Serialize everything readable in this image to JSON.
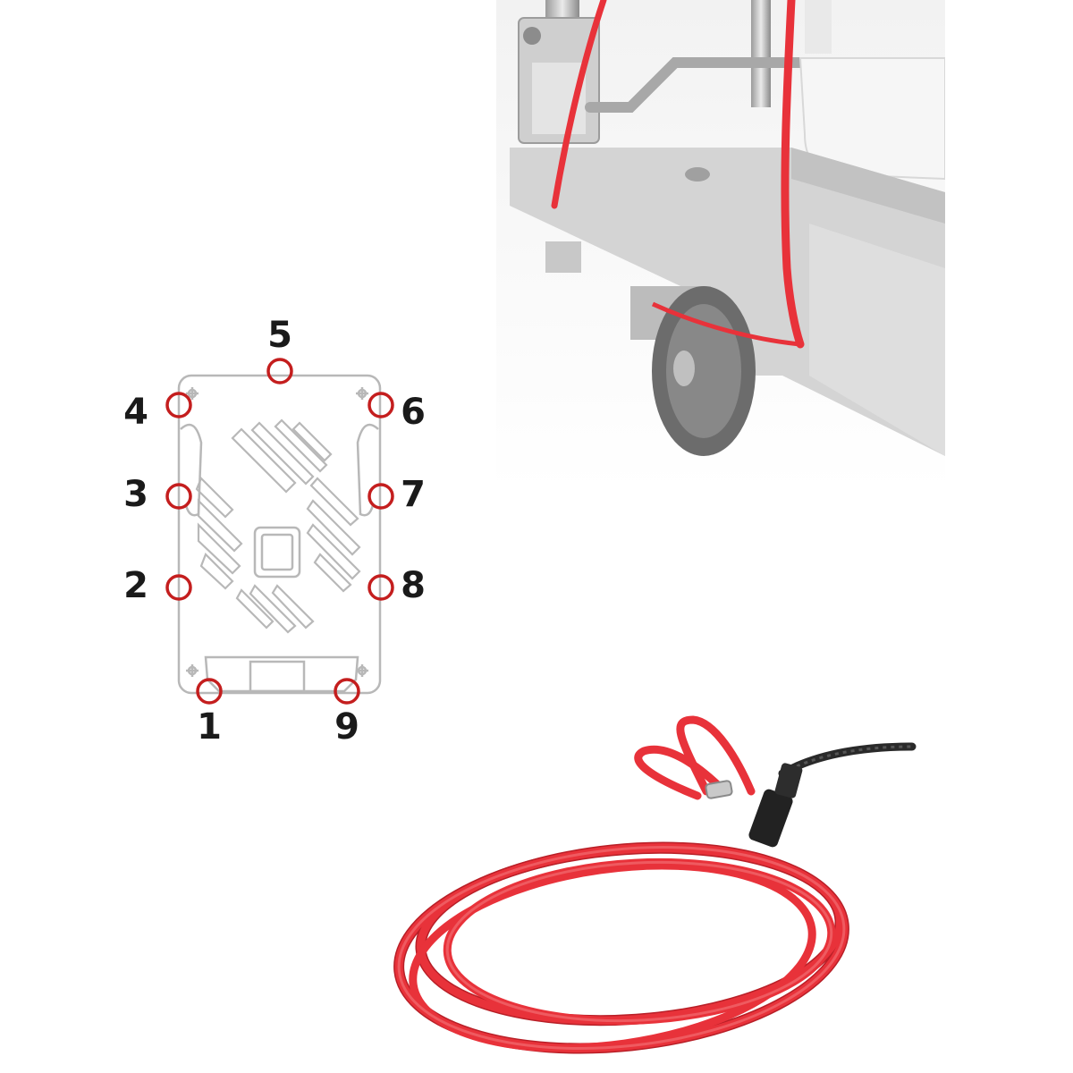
{
  "diagram": {
    "anchor_points": [
      {
        "label": "1"
      },
      {
        "label": "2"
      },
      {
        "label": "3"
      },
      {
        "label": "4"
      },
      {
        "label": "5"
      },
      {
        "label": "6"
      },
      {
        "label": "7"
      },
      {
        "label": "8"
      },
      {
        "label": "9"
      }
    ]
  },
  "colors": {
    "accent": "#c41e1e",
    "cord": "#e8323a",
    "outline": "#b8b8b8",
    "label": "#1a1a1a",
    "platform": "#d4d4d4"
  }
}
